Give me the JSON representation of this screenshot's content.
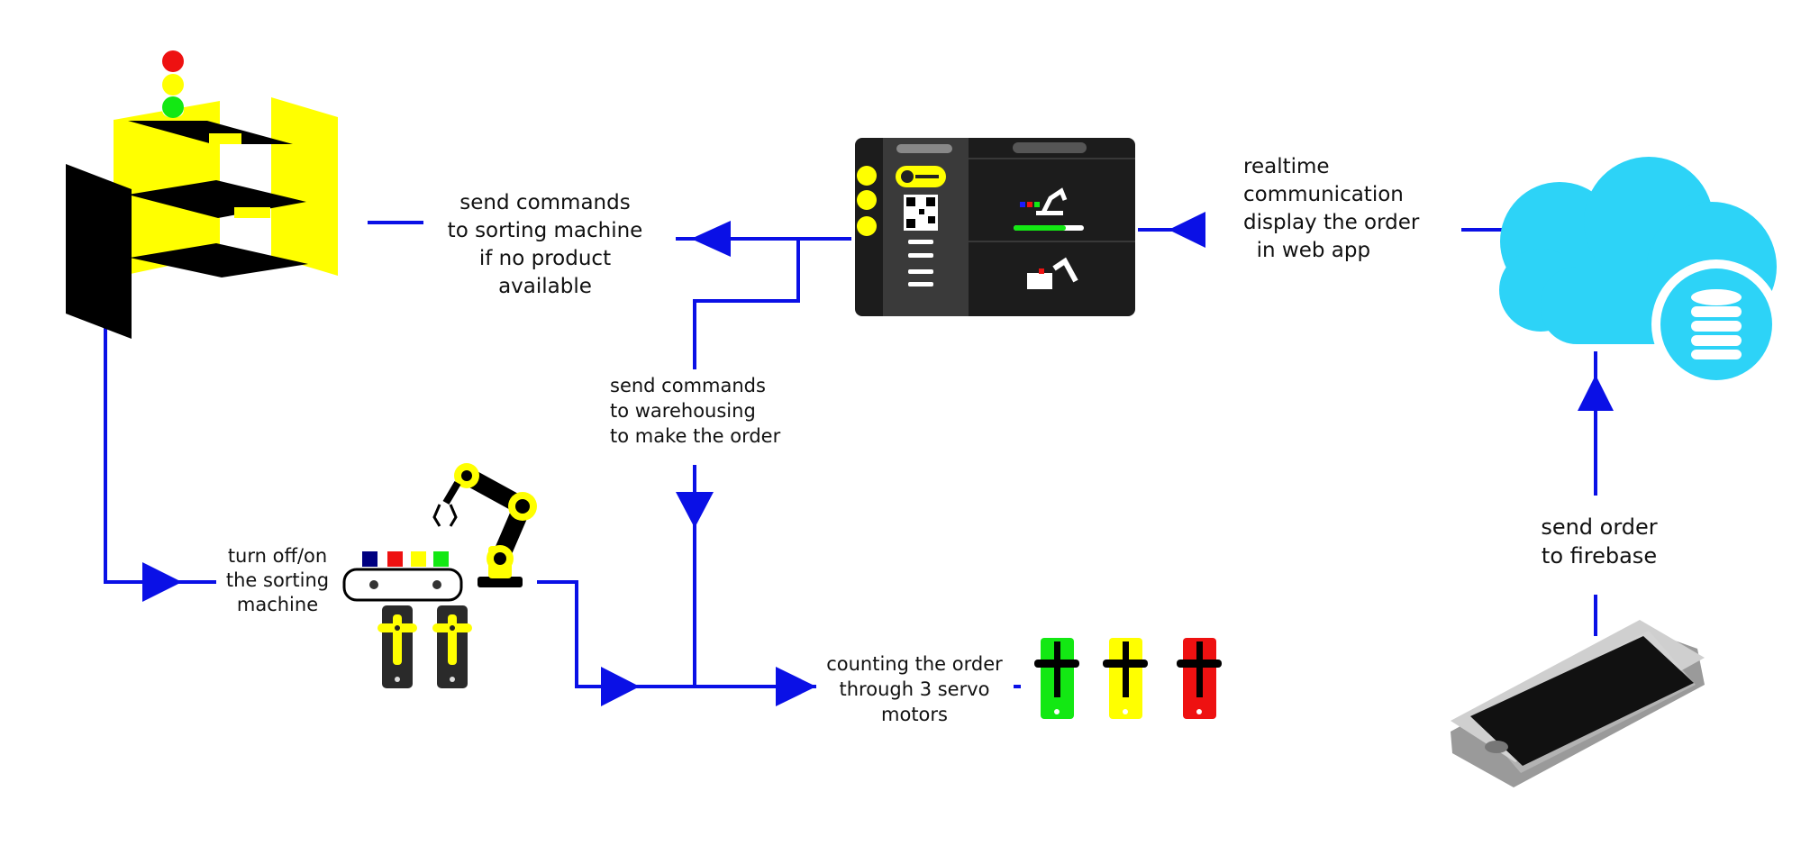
{
  "labels": {
    "send_commands_sorting": "send commands\nto sorting machine\nif no product\navailable",
    "realtime": "realtime\ncommunication\ndisplay the order\n  in web app",
    "send_commands_warehousing": "send commands\nto warehousing\nto make the order",
    "turn_off_on": "turn off/on\nthe sorting\nmachine",
    "counting": "counting the order\nthrough 3 servo\nmotors",
    "send_order": "send order\nto firebase"
  },
  "icons": {
    "warehouse": "warehouse-machine-icon",
    "traffic_light": "traffic-light-icon",
    "dashboard": "web-app-dashboard-icon",
    "cloud": "cloud-database-icon",
    "phone": "smartphone-icon",
    "robot_arm": "robot-arm-icon",
    "conveyor": "sorting-conveyor-icon",
    "servo": "servo-motor-icon"
  },
  "colors": {
    "flow": "#0a10e6",
    "yellow": "#ffff00",
    "green": "#13e813",
    "red": "#ee1111",
    "navy": "#000080",
    "cloud": "#2dd3f7",
    "dark": "#1f1f1f"
  }
}
